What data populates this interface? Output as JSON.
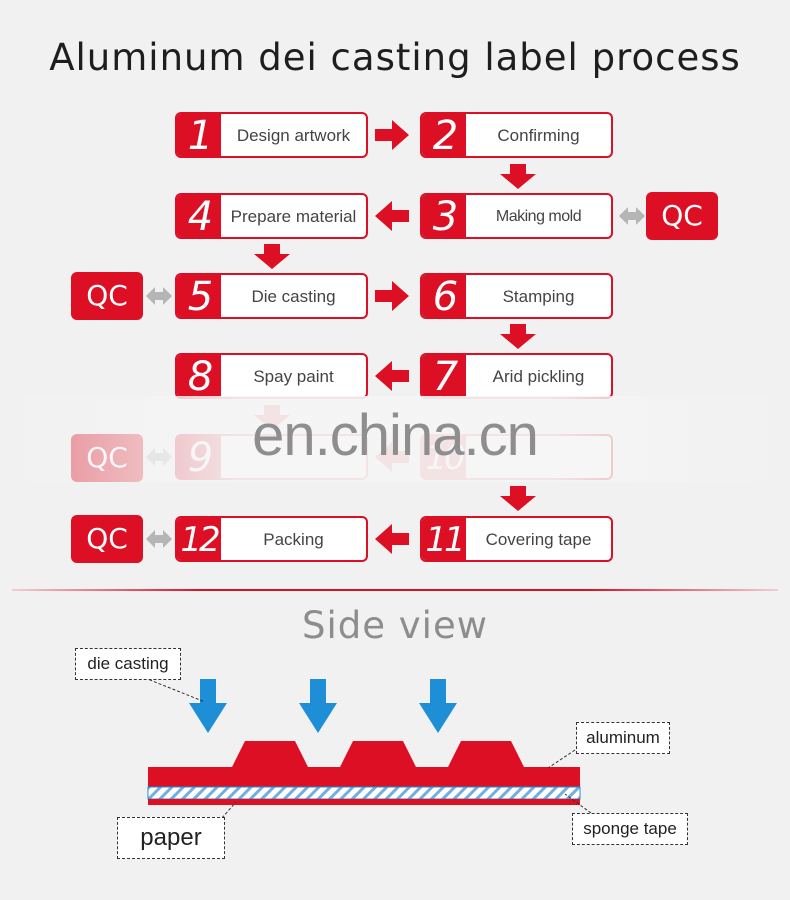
{
  "title": "Aluminum dei casting label process",
  "steps": [
    {
      "num": "1",
      "label": "Design artwork"
    },
    {
      "num": "2",
      "label": "Confirming"
    },
    {
      "num": "3",
      "label": "Making mold"
    },
    {
      "num": "4",
      "label": "Prepare material"
    },
    {
      "num": "5",
      "label": "Die casting"
    },
    {
      "num": "6",
      "label": "Stamping"
    },
    {
      "num": "7",
      "label": "Arid pickling"
    },
    {
      "num": "8",
      "label": "Spay paint"
    },
    {
      "num": "9",
      "label": ""
    },
    {
      "num": "10",
      "label": ""
    },
    {
      "num": "11",
      "label": "Covering tape"
    },
    {
      "num": "12",
      "label": "Packing"
    }
  ],
  "qc_label": "QC",
  "watermark": "en.china.cn",
  "side_view": {
    "title": "Side view",
    "labels": {
      "die_casting": "die casting",
      "aluminum": "aluminum",
      "paper": "paper",
      "sponge_tape": "sponge tape"
    }
  },
  "colors": {
    "brand_red": "#dc0f24",
    "arrow_blue": "#1e8fd6",
    "connector_gray": "#b5b5b5",
    "stripe_blue": "#6fb0e3"
  }
}
